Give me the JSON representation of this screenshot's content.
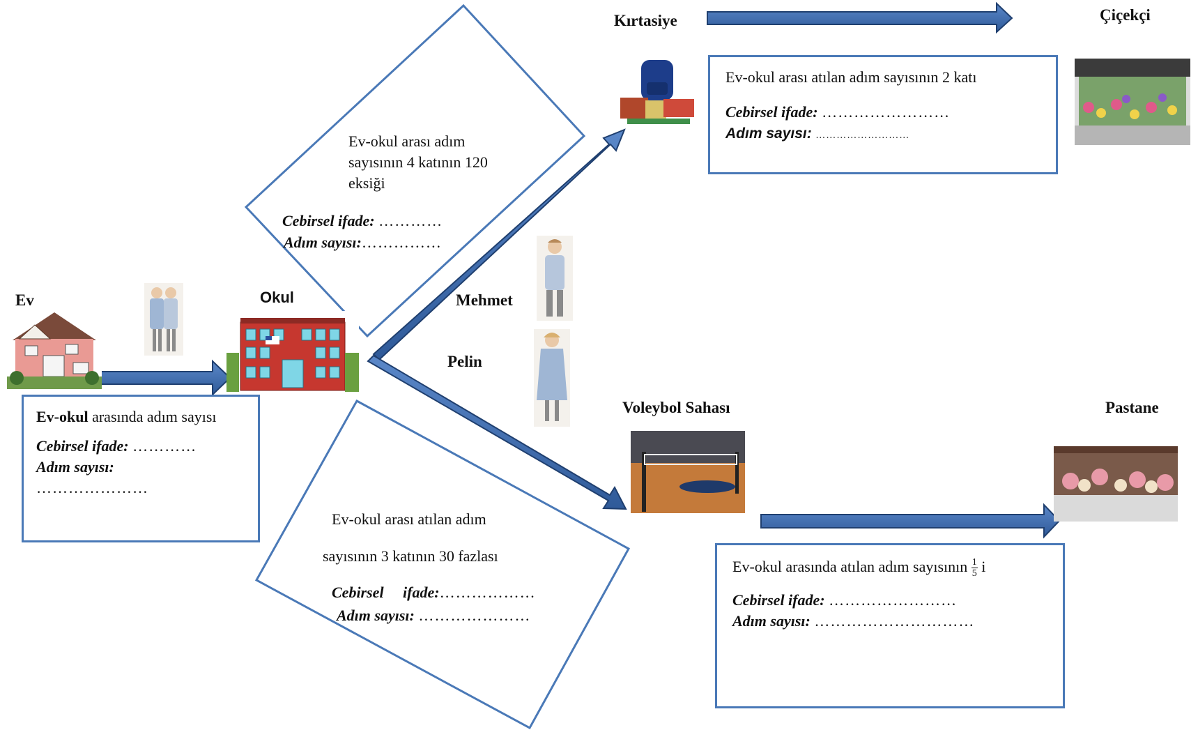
{
  "places": {
    "ev": "Ev",
    "okul": "Okul",
    "kirtasiye": "Kırtasiye",
    "cicekci": "Çiçekçi",
    "voleybol": "Voleybol Sahası",
    "pastane": "Pastane"
  },
  "people": {
    "mehmet": "Mehmet",
    "pelin": "Pelin"
  },
  "common": {
    "cebirsel": "Cebirsel ifade:",
    "adim": "Adım sayısı:",
    "cebirsel_spaced": "Cebirsel     ifade:"
  },
  "box_ev": {
    "bold": "Ev-okul",
    "rest": " arasında adım sayısı",
    "dots1": "…………",
    "dots2": "…………………"
  },
  "box_okul_kirtasiye": {
    "line1": "Ev-okul arası adım",
    "line2": "sayısının 4 katının 120",
    "line3": "eksiği",
    "dots1": "…………",
    "dots2": "……………"
  },
  "box_okul_voleybol": {
    "line1": "Ev-okul arası atılan adım",
    "line2": "sayısının 3 katının 30 fazlası",
    "dots1": "………………",
    "dots2": "…………………"
  },
  "box_cicekci": {
    "line1": "Ev-okul arası atılan adım sayısının 2 katı",
    "dots1": "……………………",
    "dots2": "………………………"
  },
  "box_pastane": {
    "line1": "Ev-okul arasında atılan adım sayısının",
    "frac_num": "1",
    "frac_den": "5",
    "suffix": " i",
    "dots1": "……………………",
    "dots2": "…………………………"
  },
  "colors": {
    "arrow_fill": "#3f6db0",
    "arrow_edge": "#1f3f6f",
    "box_border": "#4a79b7"
  }
}
